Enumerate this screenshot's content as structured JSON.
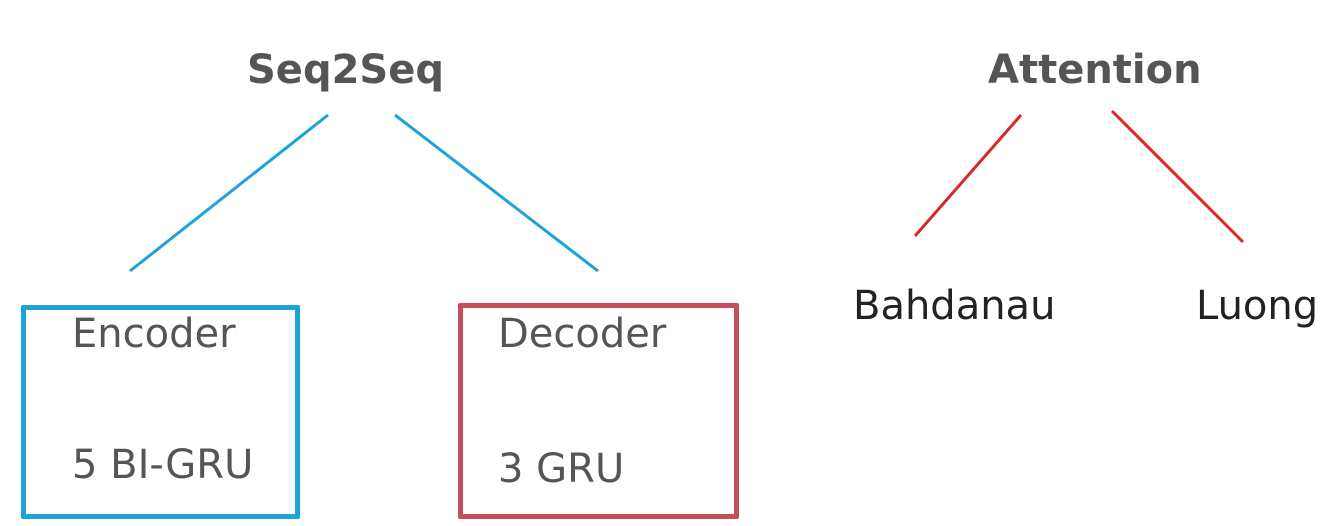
{
  "colors": {
    "seq2seq_lines": "#1ca3d9",
    "attention_lines": "#d62828",
    "encoder_border": "#1ca3d9",
    "decoder_border": "#c4505c",
    "text_muted": "#555555",
    "text_dark": "#222222"
  },
  "seq2seq": {
    "title": "Seq2Seq",
    "encoder": {
      "title": "Encoder",
      "detail": "5 BI-GRU"
    },
    "decoder": {
      "title": "Decoder",
      "detail": "3 GRU"
    }
  },
  "attention": {
    "title": "Attention",
    "children": [
      "Bahdanau",
      "Luong"
    ]
  }
}
